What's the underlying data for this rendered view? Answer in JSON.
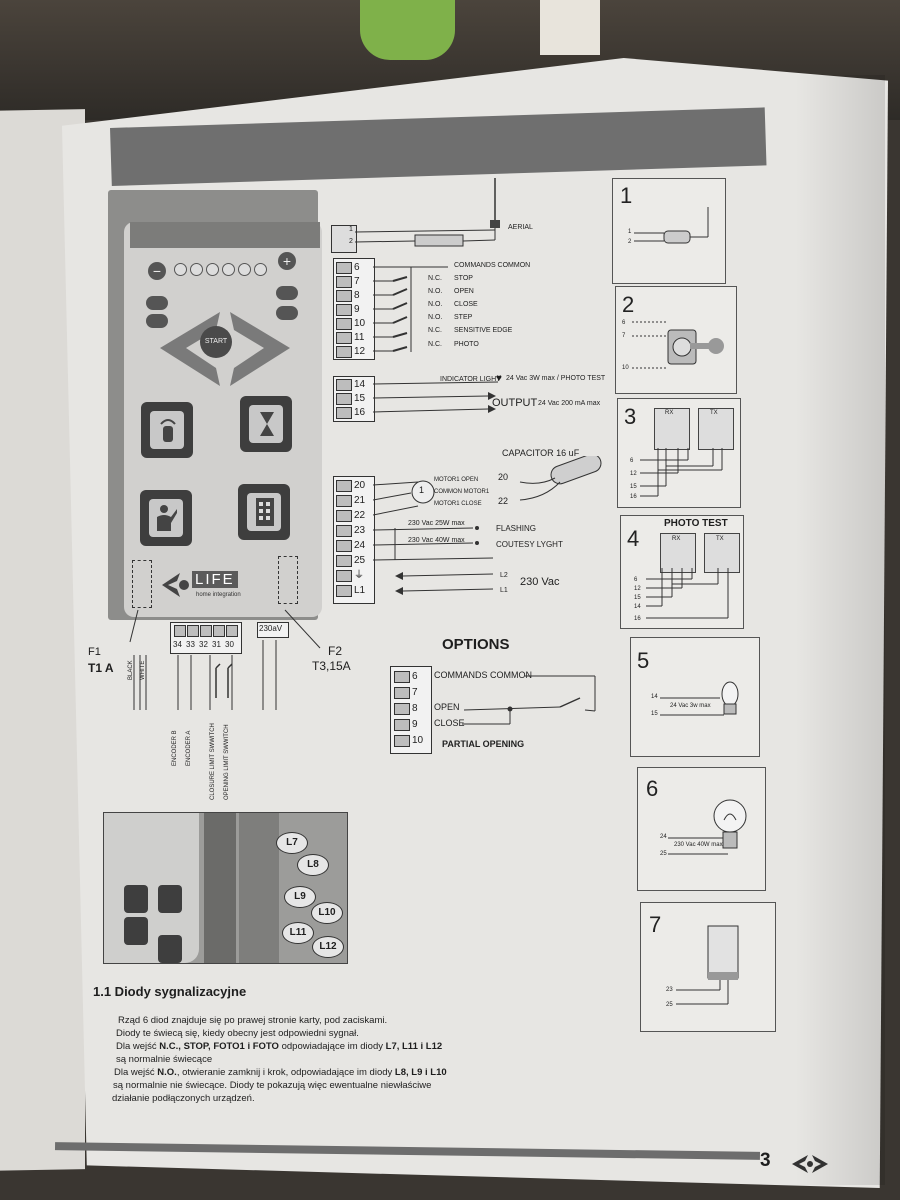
{
  "panel": {
    "minus": "−",
    "plus": "+",
    "start": "START",
    "logo_text": "LIFE",
    "logo_sub": "home integration"
  },
  "terminals": {
    "top": [
      {
        "num": "1",
        "label": ""
      },
      {
        "num": "2",
        "label": ""
      }
    ],
    "aerial_label": "AERIAL",
    "commands": [
      {
        "num": "6",
        "contact": "",
        "label": "COMMANDS COMMON"
      },
      {
        "num": "7",
        "contact": "N.C.",
        "label": "STOP"
      },
      {
        "num": "8",
        "contact": "N.O.",
        "label": "OPEN"
      },
      {
        "num": "9",
        "contact": "N.O.",
        "label": "CLOSE"
      },
      {
        "num": "10",
        "contact": "N.O.",
        "label": "STEP"
      },
      {
        "num": "11",
        "contact": "N.C.",
        "label": "SENSITIVE EDGE"
      },
      {
        "num": "12",
        "contact": "N.C.",
        "label": "PHOTO"
      }
    ],
    "outputs": [
      {
        "num": "14"
      },
      {
        "num": "15"
      },
      {
        "num": "16"
      }
    ],
    "indicator_label": "INDICATOR LIGHT",
    "indicator_spec": "24 Vac 3W max / PHOTO TEST",
    "output_label": "OUTPUT",
    "output_spec": "24 Vac 200 mA max",
    "capacitor_label": "CAPACITOR 16 uF",
    "cap_20": "20",
    "cap_22": "22",
    "motor": [
      {
        "num": "20"
      },
      {
        "num": "21"
      },
      {
        "num": "22"
      },
      {
        "num": "23"
      },
      {
        "num": "24"
      },
      {
        "num": "25"
      },
      {
        "num": "⏚"
      },
      {
        "num": "L1"
      }
    ],
    "motor_open": "MOTOR1 OPEN",
    "common_motor": "COMMON MOTOR1",
    "motor_close": "MOTOR1 CLOSE",
    "motor_symbol": "1",
    "flashing_spec": "230 Vac 25W max",
    "flashing_label": "FLASHING",
    "courtesy_spec": "230 Vac 40W max",
    "courtesy_label": "COUTESY LYGHT",
    "l2": "L2",
    "l1": "L1",
    "mains": "230 Vac"
  },
  "bottom": {
    "numbers": [
      "34",
      "33",
      "32",
      "31",
      "30"
    ],
    "v230": "230aV",
    "f1": "F1",
    "f1_val": "T1 A",
    "f2": "F2",
    "f2_val": "T3,15A",
    "black": "BLACK",
    "white": "WHITE",
    "encoder_b": "ENCODER B",
    "encoder_a": "ENCODER A",
    "closure": "CLOSURE LIMIT SWWITCH",
    "opening": "OPENING LIMIT SWWITCH"
  },
  "options": {
    "title": "OPTIONS",
    "rows": [
      {
        "num": "6",
        "label": "COMMANDS COMMON"
      },
      {
        "num": "7",
        "label": ""
      },
      {
        "num": "8",
        "label": "OPEN"
      },
      {
        "num": "9",
        "label": "CLOSE"
      },
      {
        "num": "10",
        "label": ""
      }
    ],
    "partial": "PARTIAL OPENING"
  },
  "boxes": {
    "b1": {
      "num": "1",
      "l1": "1",
      "l2": "2"
    },
    "b2": {
      "num": "2",
      "l6": "6",
      "l7": "7",
      "l10": "10"
    },
    "b3": {
      "num": "3",
      "rx": "RX",
      "tx": "TX",
      "t6": "6",
      "t12": "12",
      "t15": "15",
      "t16": "16"
    },
    "b4": {
      "num": "4",
      "title": "PHOTO TEST",
      "rx": "RX",
      "tx": "TX",
      "t6": "6",
      "t12": "12",
      "t15": "15",
      "t14": "14",
      "t16": "16"
    },
    "b5": {
      "num": "5",
      "t14": "14",
      "t15": "15",
      "spec": "24 Vac 3w max"
    },
    "b6": {
      "num": "6",
      "t24": "24",
      "t25": "25",
      "spec": "230 Vac 40W max"
    },
    "b7": {
      "num": "7",
      "t23": "23",
      "t25": "25"
    }
  },
  "inset": {
    "leds": [
      "L7",
      "L8",
      "L9",
      "L10",
      "L11",
      "L12"
    ]
  },
  "section": {
    "title": "1.1  Diody sygnalizacyjne",
    "p1": "Rząd 6 diod znajduje się po prawej stronie karty, pod zaciskami.",
    "p2": "Diody te świecą się, kiedy obecny jest odpowiedni sygnał.",
    "p3a": "Dla wejść ",
    "p3b": "N.C., STOP, FOTO1 i FOTO",
    "p3c": " odpowiadające im diody ",
    "p3d": "L7, L11 i L12",
    "p4": "są normalnie świecące",
    "p5a": "Dla wejść ",
    "p5b": "N.O.",
    "p5c": ", otwieranie zamknij i krok, odpowiadające im diody ",
    "p5d": "L8, L9 i L10",
    "p6": "są normalnie nie świecące. Diody te pokazują więc ewentualne niewłaściwe",
    "p7": "działanie podłączonych urządzeń."
  },
  "page_number": "3"
}
